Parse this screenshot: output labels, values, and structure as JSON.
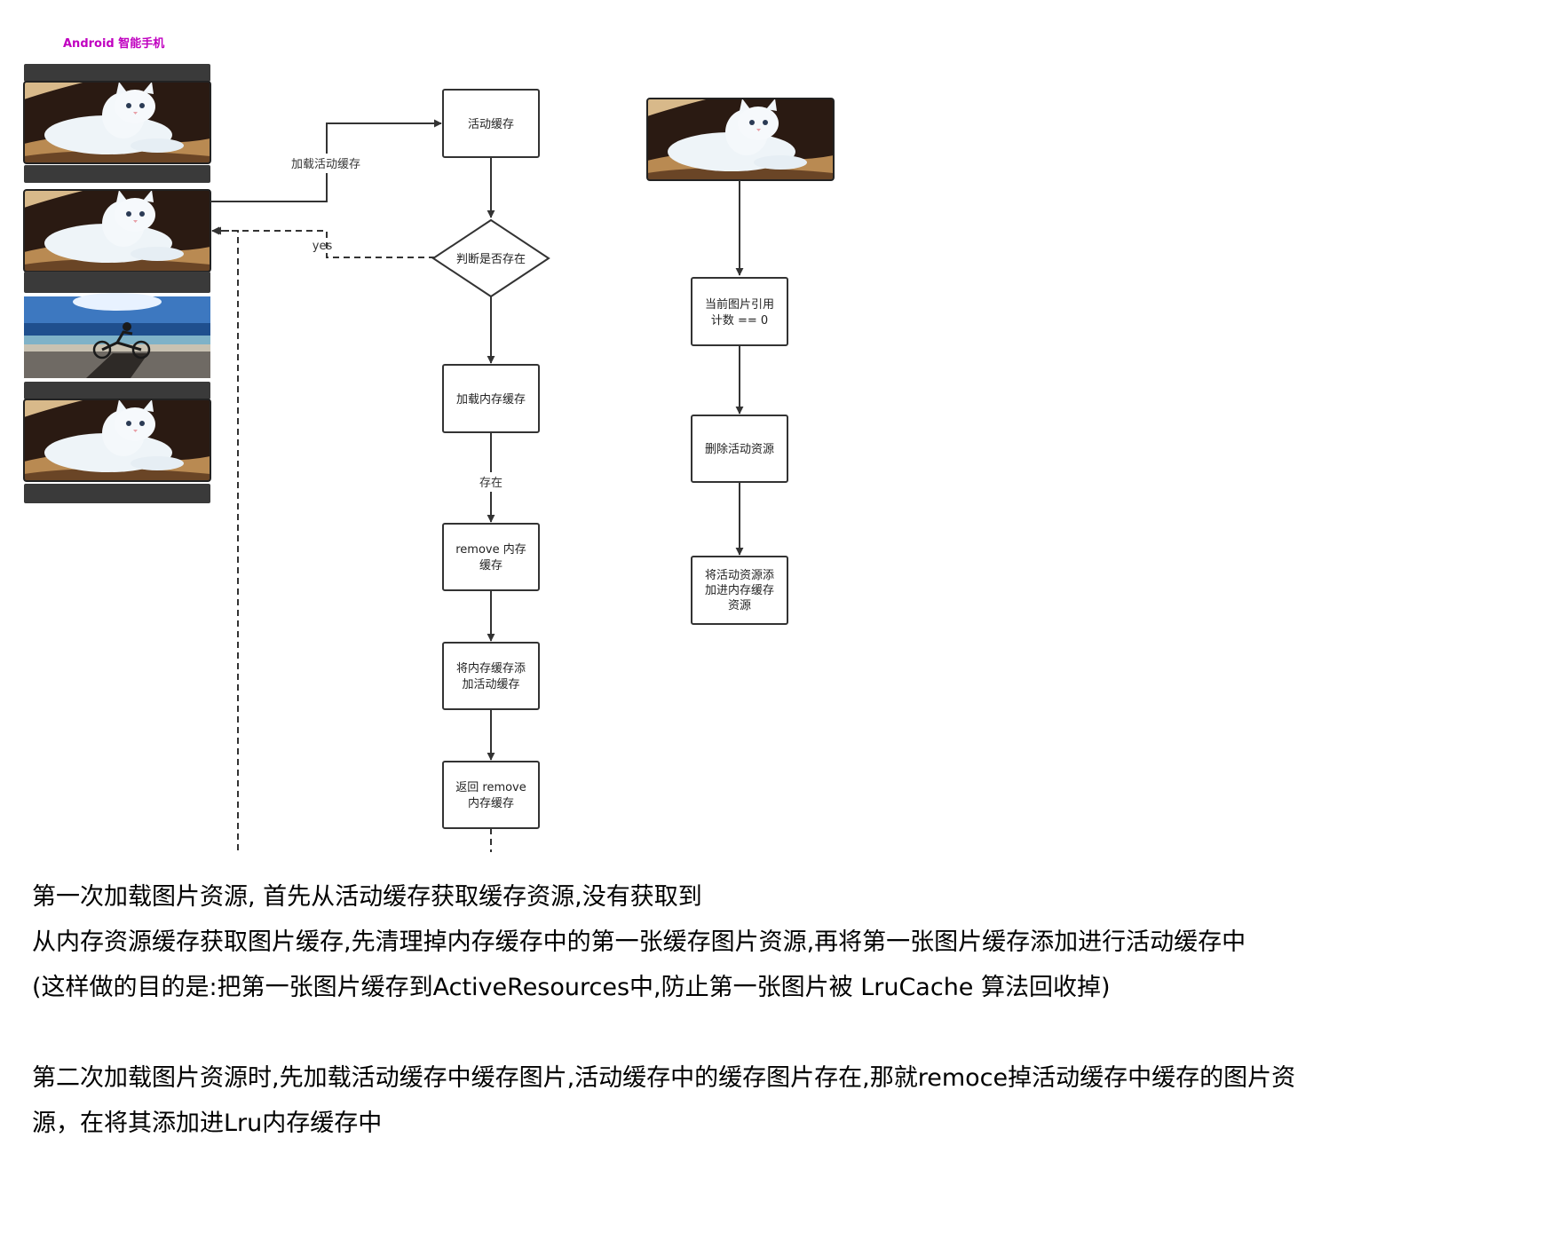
{
  "colors": {
    "accent_title": "#c000c0",
    "node_border": "#333333",
    "edge": "#333333"
  },
  "phone": {
    "title": "Android 智能手机",
    "thumbnails": [
      "cat-image",
      "cat-image",
      "cyclist-image",
      "cat-image"
    ]
  },
  "flow_main": {
    "active_cache": "活动缓存",
    "decision": "判断是否存在",
    "load_memory": "加载内存缓存",
    "remove_memory": [
      "remove 内存",
      "缓存"
    ],
    "add_to_active": [
      "将内存缓存添",
      "加活动缓存"
    ],
    "return_remove": [
      "返回 remove",
      "内存缓存"
    ]
  },
  "flow_right": {
    "ref_count": [
      "当前图片引用",
      "计数 == 0"
    ],
    "delete_active": "删除活动资源",
    "add_to_memory": [
      "将活动资源添",
      "加进内存缓存",
      "资源"
    ]
  },
  "edge_labels": {
    "load_active": "加载活动缓存",
    "yes": "yes",
    "exists": "存在"
  },
  "notes": [
    "第一次加载图片资源, 首先从活动缓存获取缓存资源,没有获取到",
    "从内存资源缓存获取图片缓存,先清理掉内存缓存中的第一张缓存图片资源,再将第一张图片缓存添加进行活动缓存中",
    "(这样做的目的是:把第一张图片缓存到ActiveResources中,防止第一张图片被 LruCache 算法回收掉)",
    "",
    "第二次加载图片资源时,先加载活动缓存中缓存图片,活动缓存中的缓存图片存在,那就remoce掉活动缓存中缓存的图片资",
    "源，在将其添加进Lru内存缓存中"
  ]
}
